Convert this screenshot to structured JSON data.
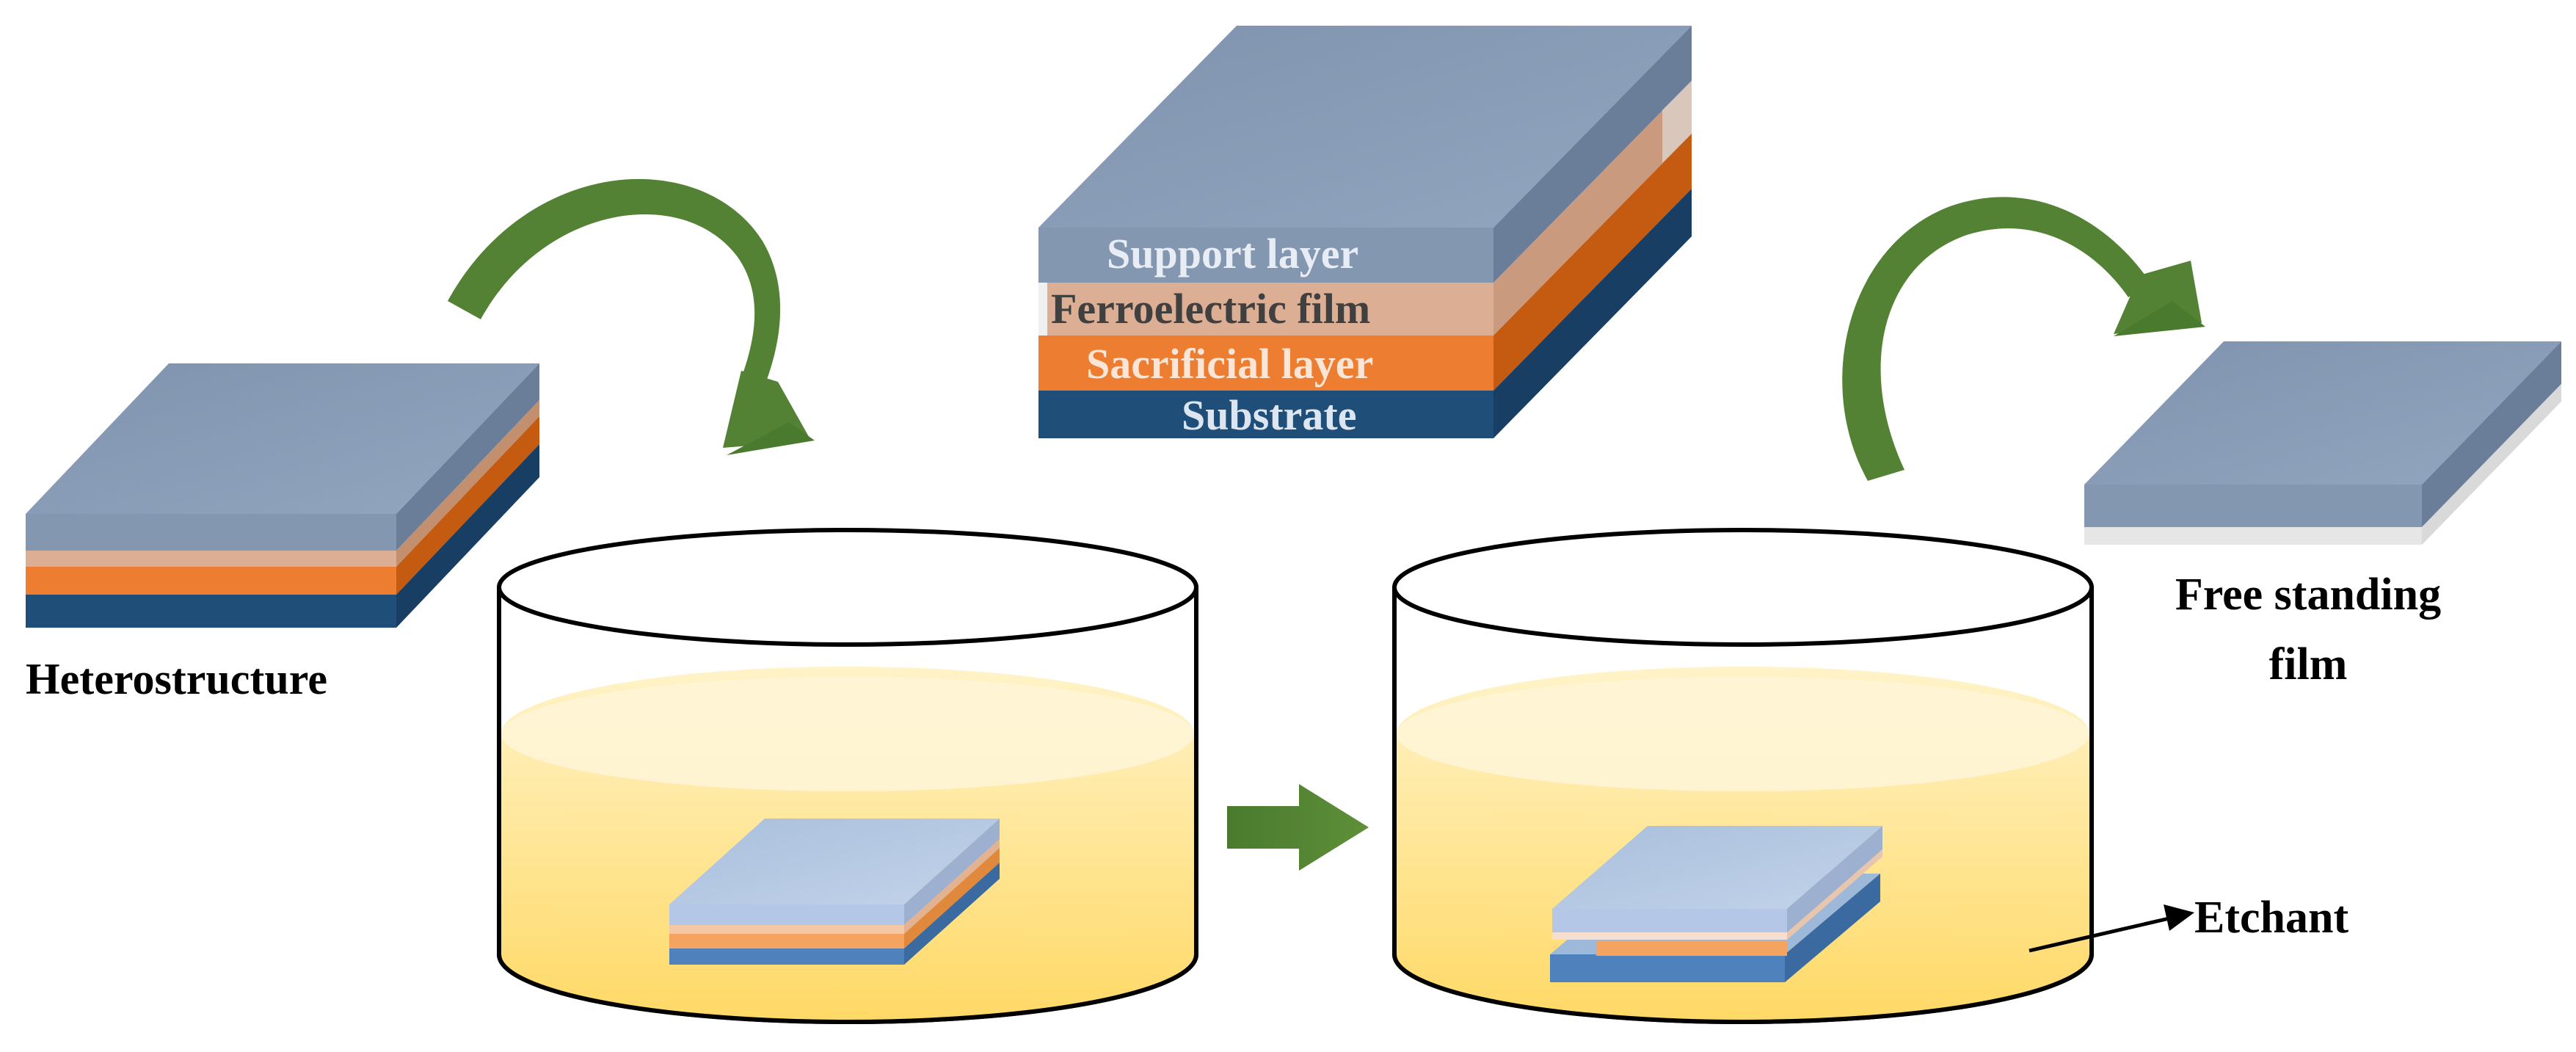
{
  "labels": {
    "heterostructure": "Heterostructure",
    "free_standing_line1": "Free standing",
    "free_standing_line2": "film",
    "etchant": "Etchant"
  },
  "layers": {
    "support": "Support layer",
    "ferroelectric": "Ferroelectric film",
    "sacrificial": "Sacrificial layer",
    "substrate": "Substrate"
  },
  "colors": {
    "support": "#8497b0",
    "ferroelectric": "#dcae94",
    "sacrificial": "#ed7d31",
    "substrate": "#1f4e79",
    "arrow_green": "#548235",
    "etchant_liquid": "#ffe699",
    "dish_outline": "#000000"
  }
}
